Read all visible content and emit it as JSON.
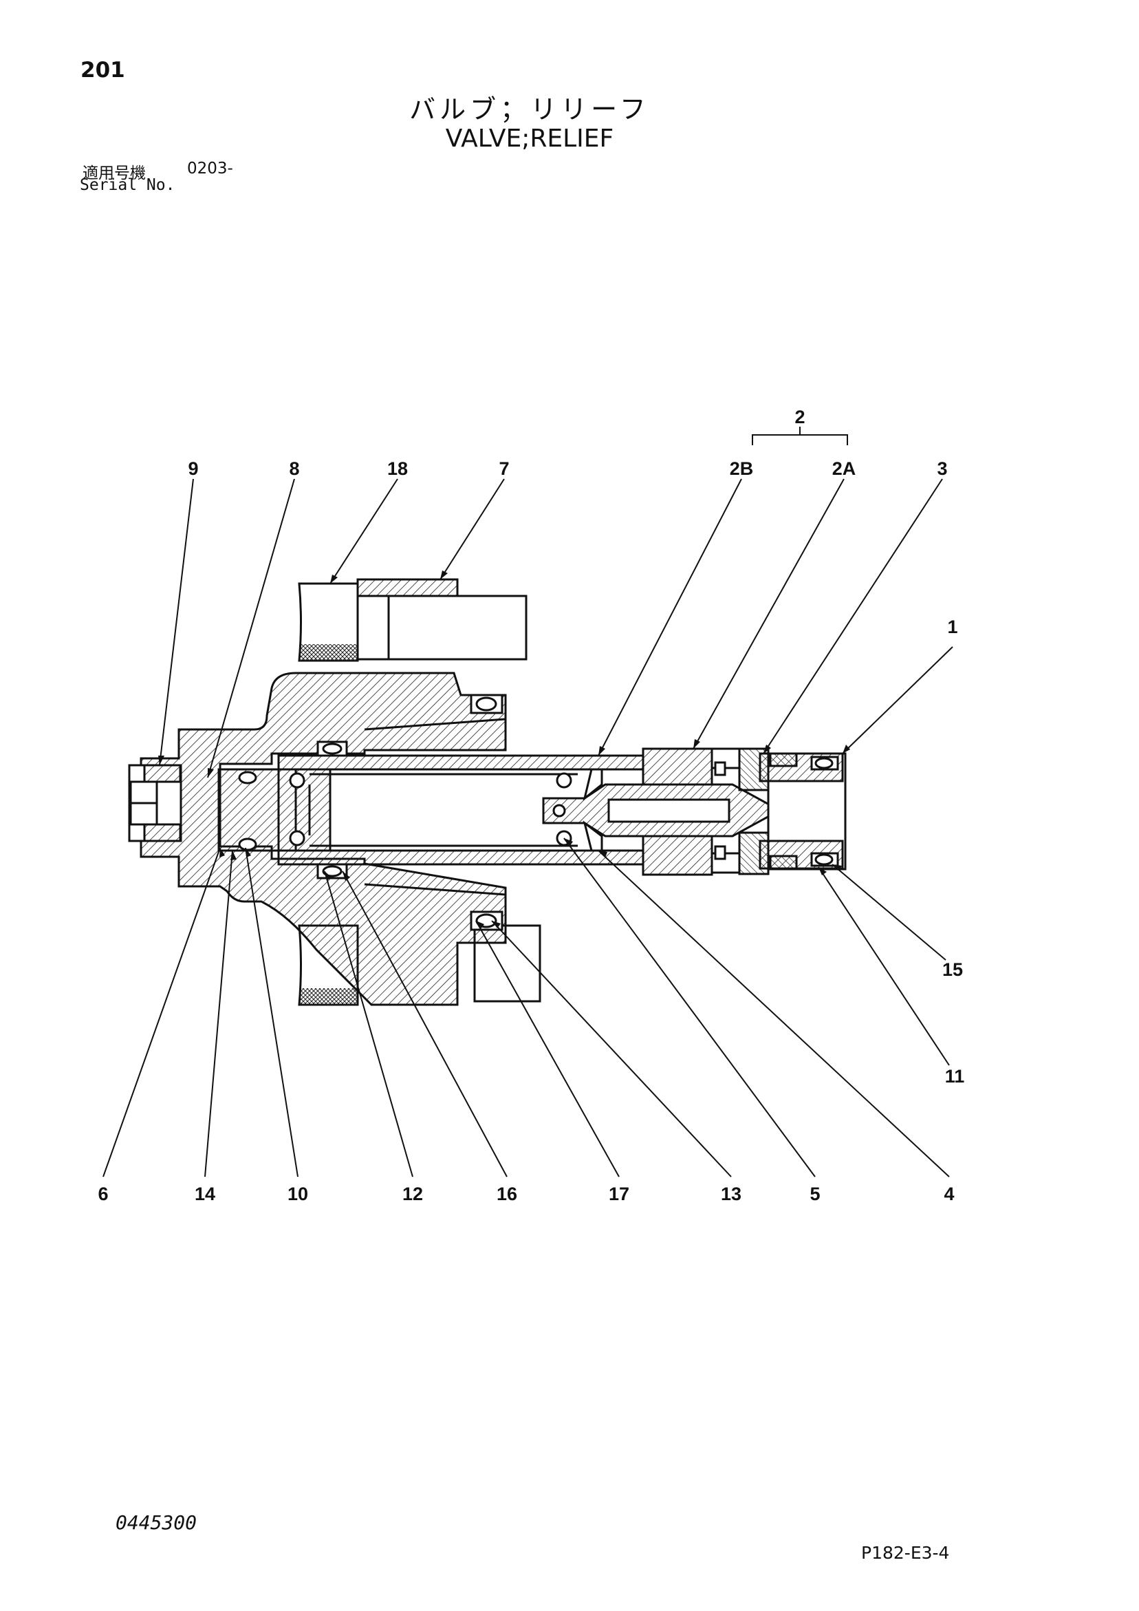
{
  "page_number": "201",
  "title_jp": "バルブ；リリーフ",
  "title_en": "VALVE;RELIEF",
  "serial": {
    "label_jp": "適用号機",
    "value": "0203-",
    "label_en": "Serial No."
  },
  "callouts": {
    "c2": "2",
    "c2B": "2B",
    "c2A": "2A",
    "c3": "3",
    "c1": "1",
    "c7": "7",
    "c18": "18",
    "c8": "8",
    "c9": "9",
    "c15": "15",
    "c11": "11",
    "c6": "6",
    "c14": "14",
    "c10": "10",
    "c12": "12",
    "c16": "16",
    "c17": "17",
    "c13": "13",
    "c5": "5",
    "c4": "4"
  },
  "doc_number": "0445300",
  "page_code": "P182-E3-4"
}
